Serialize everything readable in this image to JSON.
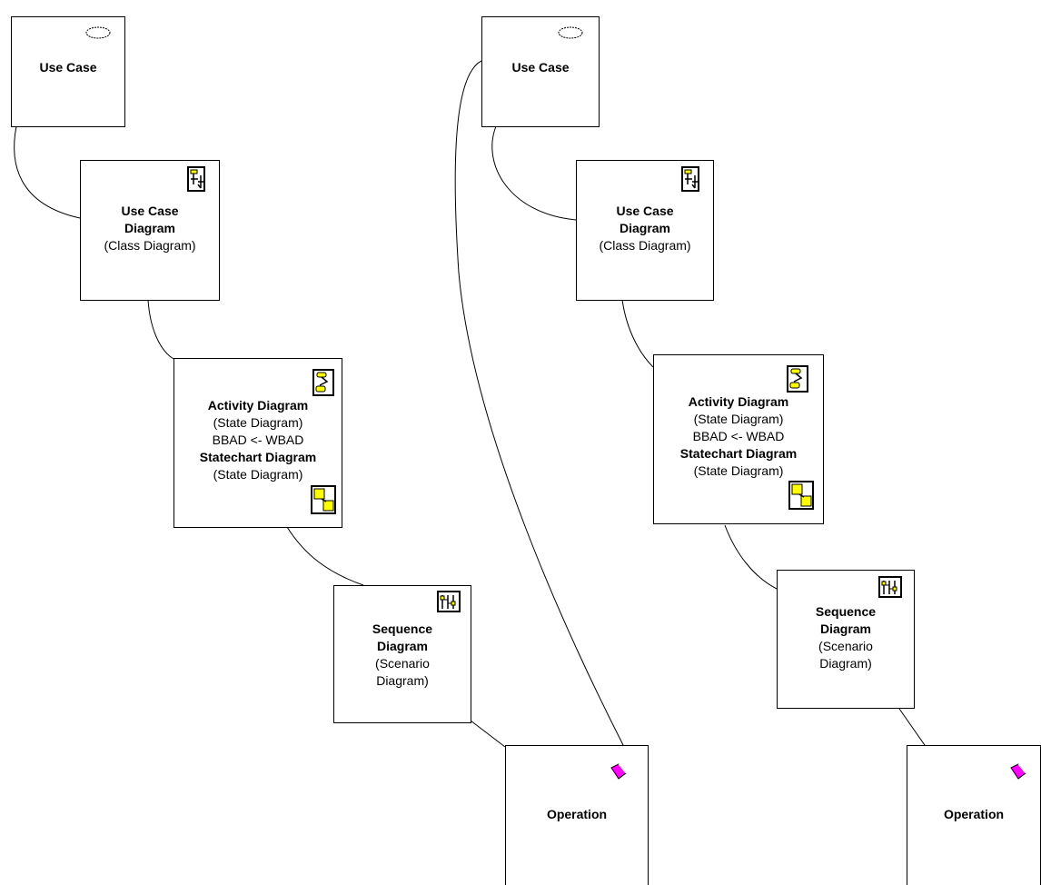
{
  "diagrams": [
    {
      "use_case": {
        "title": "Use Case",
        "icon": "use-case-ellipse-icon"
      },
      "use_case_diagram": {
        "title_line1": "Use Case",
        "title_line2": "Diagram",
        "subtitle": "(Class Diagram)",
        "icon": "class-diagram-icon"
      },
      "activity": {
        "title": "Activity Diagram",
        "subtitle": "(State Diagram)",
        "note": "BBAD <- WBAD",
        "title2": "Statechart Diagram",
        "subtitle2": "(State Diagram)",
        "icon": "activity-diagram-icon",
        "icon2": "statechart-diagram-icon"
      },
      "sequence": {
        "title_line1": "Sequence",
        "title_line2": "Diagram",
        "subtitle_line1": "(Scenario",
        "subtitle_line2": "Diagram)",
        "icon": "sequence-diagram-icon"
      },
      "operation": {
        "title": "Operation",
        "icon": "operation-icon"
      }
    },
    {
      "use_case": {
        "title": "Use Case",
        "icon": "use-case-ellipse-icon"
      },
      "use_case_diagram": {
        "title_line1": "Use Case",
        "title_line2": "Diagram",
        "subtitle": "(Class Diagram)",
        "icon": "class-diagram-icon"
      },
      "activity": {
        "title": "Activity Diagram",
        "subtitle": "(State Diagram)",
        "note": "BBAD <- WBAD",
        "title2": "Statechart Diagram",
        "subtitle2": "(State Diagram)",
        "icon": "activity-diagram-icon",
        "icon2": "statechart-diagram-icon"
      },
      "sequence": {
        "title_line1": "Sequence",
        "title_line2": "Diagram",
        "subtitle_line1": "(Scenario",
        "subtitle_line2": "Diagram)",
        "icon": "sequence-diagram-icon"
      },
      "operation": {
        "title": "Operation",
        "icon": "operation-icon"
      }
    }
  ],
  "colors": {
    "icon_yellow": "#ffff00",
    "operation_magenta": "#ff00ff",
    "line": "#000000"
  }
}
